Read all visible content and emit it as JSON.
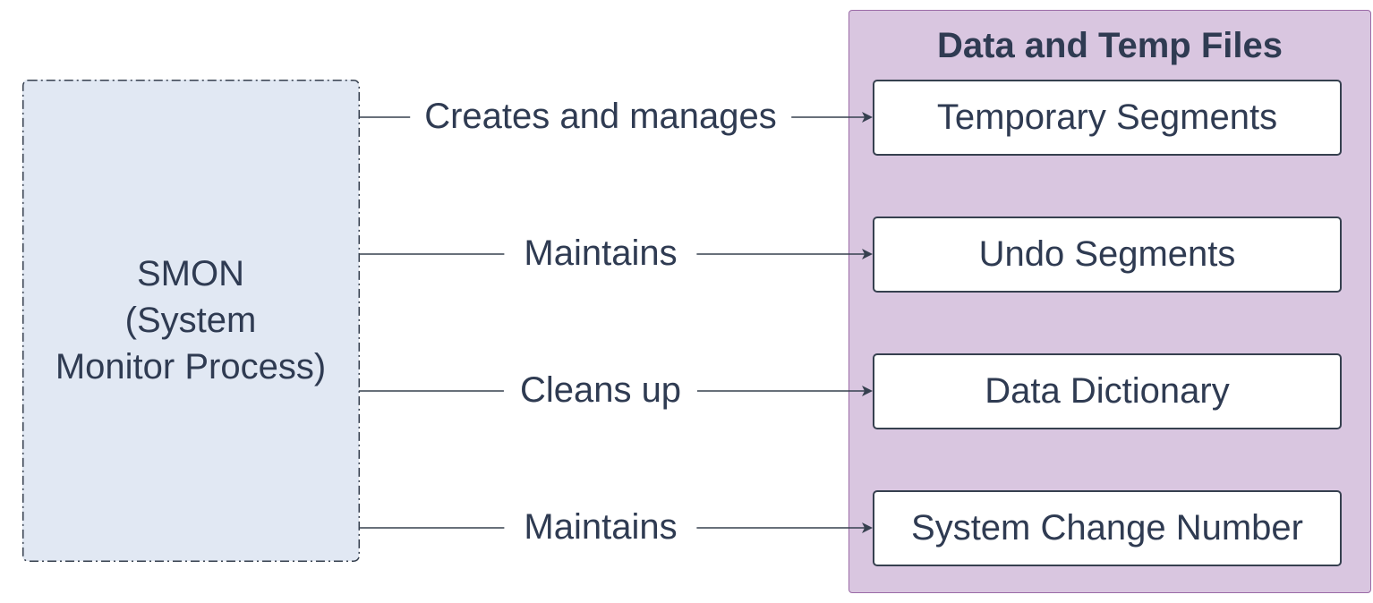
{
  "source_node": {
    "lines": [
      "SMON",
      "(System",
      "Monitor Process)"
    ]
  },
  "group": {
    "title": "Data and Temp Files",
    "items": [
      {
        "label": "Temporary Segments"
      },
      {
        "label": "Undo Segments"
      },
      {
        "label": "Data Dictionary"
      },
      {
        "label": "System Change Number"
      }
    ]
  },
  "edges": [
    {
      "label": "Creates and manages",
      "target": "Temporary Segments"
    },
    {
      "label": "Maintains",
      "target": "Undo Segments"
    },
    {
      "label": "Cleans up",
      "target": "Data Dictionary"
    },
    {
      "label": "Maintains",
      "target": "System Change Number"
    }
  ],
  "colors": {
    "source_fill": "#e1e8f3",
    "group_fill": "#d9c6e0",
    "group_border": "#9a6aa6",
    "line": "#36404f",
    "text": "#2f3b52"
  }
}
